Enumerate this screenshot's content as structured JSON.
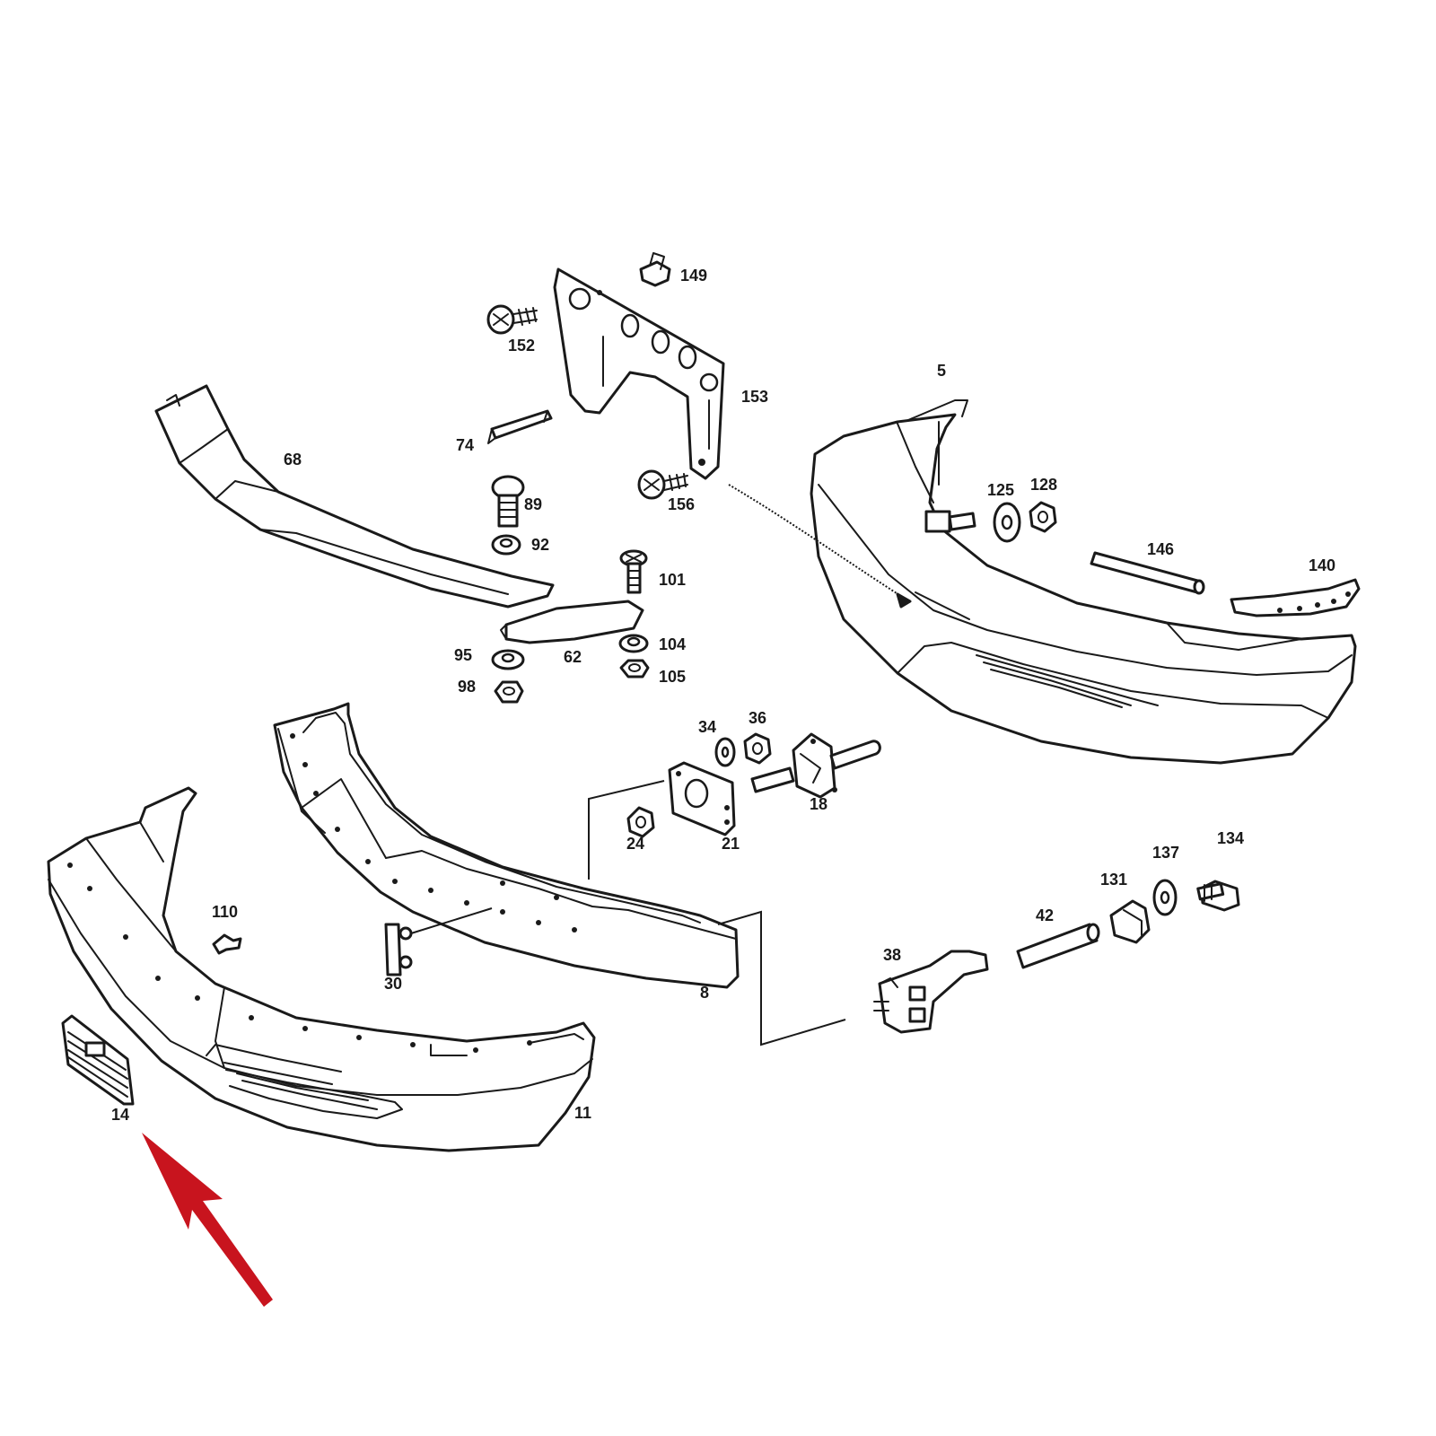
{
  "diagram": {
    "accent_color": "#c8141e",
    "highlighted_part": "14",
    "callouts": {
      "c149": "149",
      "c152": "152",
      "c153": "153",
      "c5": "5",
      "c68": "68",
      "c74": "74",
      "c125": "125",
      "c128": "128",
      "c89": "89",
      "c156": "156",
      "c92": "92",
      "c146": "146",
      "c140": "140",
      "c101": "101",
      "c104": "104",
      "c95": "95",
      "c62": "62",
      "c105": "105",
      "c98": "98",
      "c34": "34",
      "c36": "36",
      "c18": "18",
      "c24": "24",
      "c21": "21",
      "c134": "134",
      "c137": "137",
      "c131": "131",
      "c110": "110",
      "c42": "42",
      "c30": "30",
      "c38": "38",
      "c8": "8",
      "c14": "14",
      "c11": "11"
    }
  }
}
